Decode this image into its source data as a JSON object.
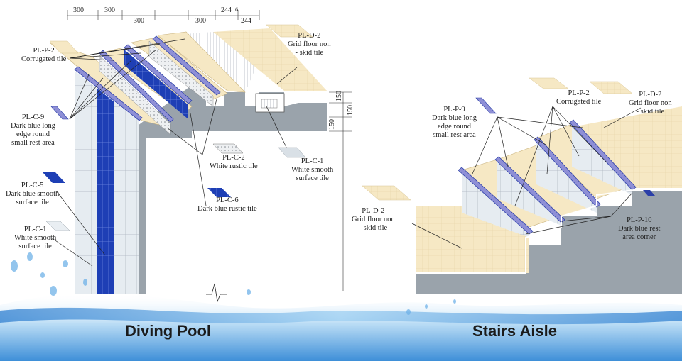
{
  "dimensions": {
    "top": [
      "300",
      "300",
      "300",
      "300",
      "244",
      "6",
      "244"
    ],
    "side": [
      "150",
      "150",
      "150"
    ]
  },
  "diving_pool": {
    "title": "Diving Pool",
    "labels": {
      "pl_p2": {
        "code": "PL-P-2",
        "desc": "Corrugated tile"
      },
      "pl_c9": {
        "code": "PL-C-9",
        "desc_1": "Dark blue long",
        "desc_2": "edge round",
        "desc_3": "small rest area"
      },
      "pl_c5": {
        "code": "PL-C-5",
        "desc_1": "Dark blue smooth",
        "desc_2": "surface tile"
      },
      "pl_c1_left": {
        "code": "PL-C-1",
        "desc_1": "White smooth",
        "desc_2": "surface tile"
      },
      "pl_d2": {
        "code": "PL-D-2",
        "desc_1": "Grid floor non",
        "desc_2": "- skid tile"
      },
      "pl_c2": {
        "code": "PL-C-2",
        "desc": "White rustic tile"
      },
      "pl_c1_right": {
        "code": "PL-C-1",
        "desc_1": "White smooth",
        "desc_2": "surface tile"
      },
      "pl_c6": {
        "code": "PL-C-6",
        "desc": "Dark blue rustic tile"
      }
    }
  },
  "stairs_aisle": {
    "title": "Stairs Aisle",
    "labels": {
      "pl_p9": {
        "code": "PL-P-9",
        "desc_1": "Dark blue long",
        "desc_2": "edge round",
        "desc_3": "small rest area"
      },
      "pl_p2": {
        "code": "PL-P-2",
        "desc": "Corrugated tile"
      },
      "pl_d2_right": {
        "code": "PL-D-2",
        "desc_1": "Grid floor non",
        "desc_2": "- skid tile"
      },
      "pl_d2_left": {
        "code": "PL-D-2",
        "desc_1": "Grid floor non",
        "desc_2": "- skid tile"
      },
      "pl_p10": {
        "code": "PL-P-10",
        "desc_1": "Dark blue rest",
        "desc_2": "area corner"
      }
    }
  },
  "colors": {
    "cream": "#f6e8c4",
    "navy": "#2b3fa8",
    "blue": "#1e3fb5",
    "concrete": "#9aa3ab",
    "tile_white": "#e9eef2",
    "purple_edge": "#8e8fd6",
    "water": "#3e8fd8"
  }
}
